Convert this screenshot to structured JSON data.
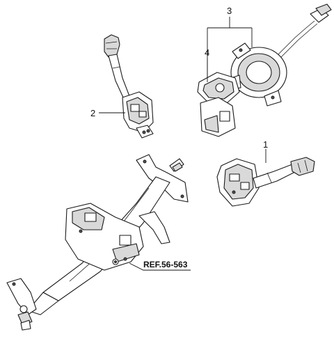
{
  "callouts": {
    "c1": "1",
    "c2": "2",
    "c3": "3",
    "c4": "4"
  },
  "reference": {
    "label": "REF.56-563"
  },
  "colors": {
    "line": "#1a1a1a",
    "shade": "#d9d9d9",
    "background": "#ffffff"
  }
}
